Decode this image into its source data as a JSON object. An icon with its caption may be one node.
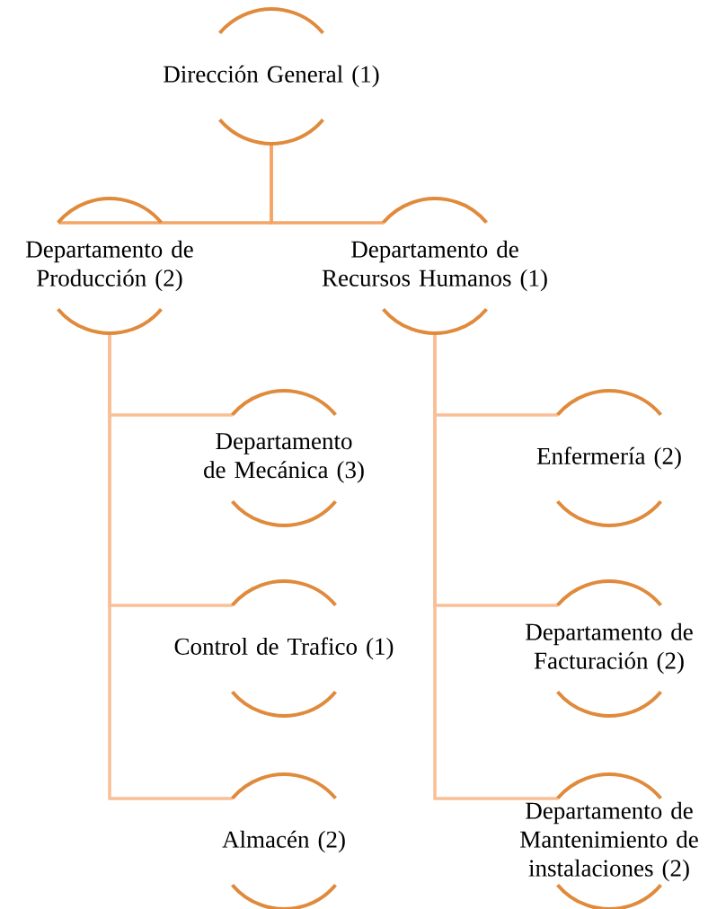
{
  "diagram": {
    "nodes": [
      {
        "text": [
          "Dirección General (1)"
        ]
      },
      {
        "text": [
          "Departamento de Producción (2)"
        ]
      },
      {
        "text": [
          "Departamento de Recursos Humanos (1)"
        ]
      },
      {
        "text": [
          "Departamento de Mecánica (3)"
        ]
      },
      {
        "text": [
          "Control de Trafico (1)"
        ]
      },
      {
        "text": [
          "Almacén (2)"
        ]
      },
      {
        "text": [
          "Enfermería (2)"
        ]
      },
      {
        "text": [
          "Departamento de Facturación (2)"
        ]
      },
      {
        "text": [
          "Departamento de Mantenimiento de instalaciones (2)"
        ]
      }
    ],
    "edges": [
      {
        "from": 0,
        "to": 1,
        "arrow": "none",
        "color": "#f4a566"
      },
      {
        "from": 0,
        "to": 2,
        "arrow": "none",
        "color": "#f4a566"
      },
      {
        "from": 1,
        "to": 3,
        "arrow": "none"
      },
      {
        "from": 1,
        "to": 4,
        "arrow": "none"
      },
      {
        "from": 1,
        "to": 5,
        "arrow": "none"
      },
      {
        "from": 2,
        "to": 6,
        "arrow": "none"
      },
      {
        "from": 2,
        "to": 7,
        "arrow": "none"
      },
      {
        "from": 2,
        "to": 8,
        "arrow": "none"
      }
    ]
  }
}
